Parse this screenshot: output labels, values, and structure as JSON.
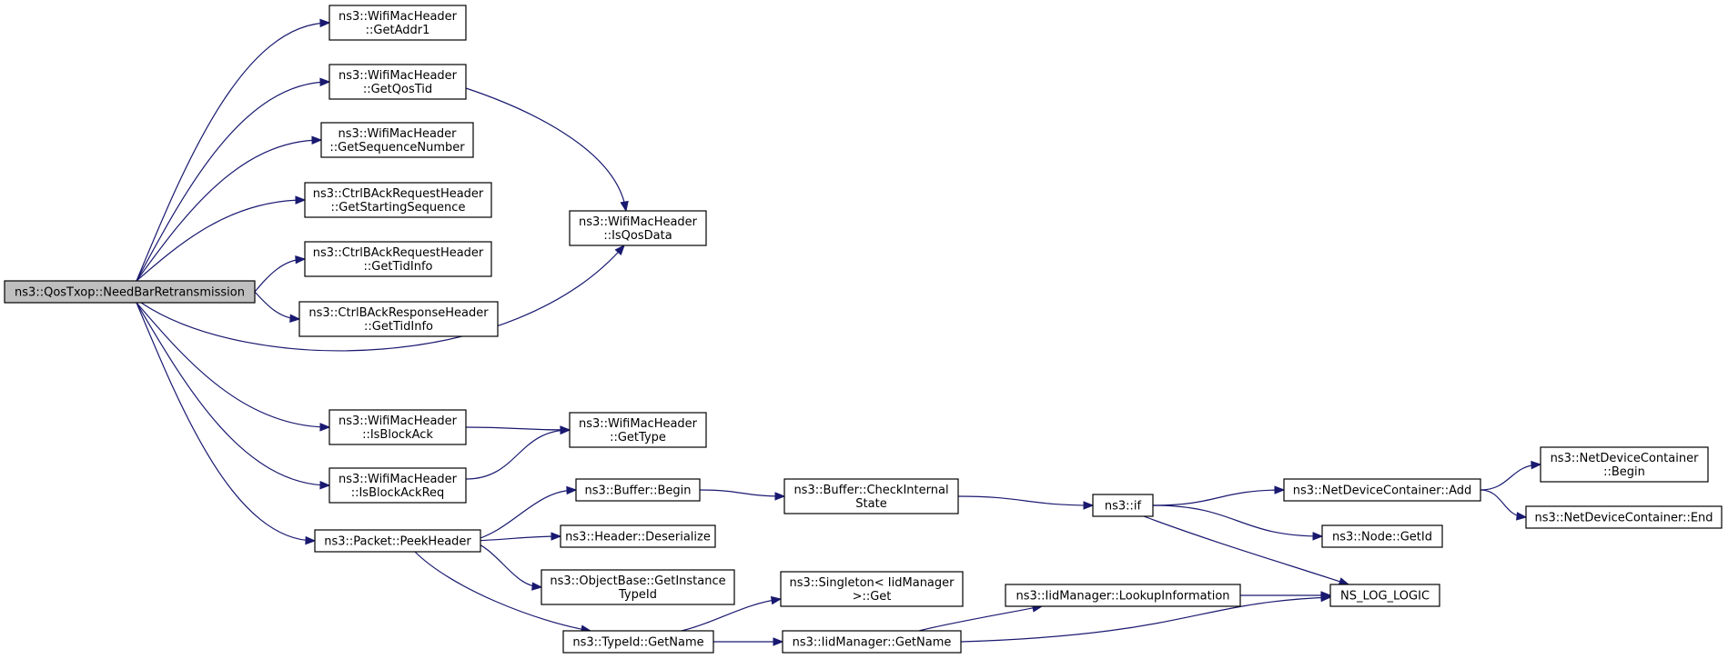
{
  "diagram": {
    "nodes": [
      {
        "id": "root",
        "lines": [
          "ns3::QosTxop::NeedBarRetransmission"
        ],
        "root": true
      },
      {
        "id": "getaddr1",
        "lines": [
          "ns3::WifiMacHeader",
          "::GetAddr1"
        ]
      },
      {
        "id": "getqostid",
        "lines": [
          "ns3::WifiMacHeader",
          "::GetQosTid"
        ]
      },
      {
        "id": "getseqnum",
        "lines": [
          "ns3::WifiMacHeader",
          "::GetSequenceNumber"
        ]
      },
      {
        "id": "getstartseq",
        "lines": [
          "ns3::CtrlBAckRequestHeader",
          "::GetStartingSequence"
        ]
      },
      {
        "id": "reqtidinfo",
        "lines": [
          "ns3::CtrlBAckRequestHeader",
          "::GetTidInfo"
        ]
      },
      {
        "id": "resptidinfo",
        "lines": [
          "ns3::CtrlBAckResponseHeader",
          "::GetTidInfo"
        ]
      },
      {
        "id": "isqosdata",
        "lines": [
          "ns3::WifiMacHeader",
          "::IsQosData"
        ]
      },
      {
        "id": "isblockack",
        "lines": [
          "ns3::WifiMacHeader",
          "::IsBlockAck"
        ]
      },
      {
        "id": "isblockackreq",
        "lines": [
          "ns3::WifiMacHeader",
          "::IsBlockAckReq"
        ]
      },
      {
        "id": "gettype",
        "lines": [
          "ns3::WifiMacHeader",
          "::GetType"
        ]
      },
      {
        "id": "peekheader",
        "lines": [
          "ns3::Packet::PeekHeader"
        ]
      },
      {
        "id": "bufbegin",
        "lines": [
          "ns3::Buffer::Begin"
        ]
      },
      {
        "id": "deserialize",
        "lines": [
          "ns3::Header::Deserialize"
        ]
      },
      {
        "id": "getinsttypeid",
        "lines": [
          "ns3::ObjectBase::GetInstance",
          "TypeId"
        ]
      },
      {
        "id": "typeidgetname",
        "lines": [
          "ns3::TypeId::GetName"
        ]
      },
      {
        "id": "checkinternal",
        "lines": [
          "ns3::Buffer::CheckInternal",
          "State"
        ]
      },
      {
        "id": "singletonget",
        "lines": [
          "ns3::Singleton< IidManager",
          " >::Get"
        ]
      },
      {
        "id": "iidgetname",
        "lines": [
          "ns3::IidManager::GetName"
        ]
      },
      {
        "id": "lookupinfo",
        "lines": [
          "ns3::IidManager::LookupInformation"
        ]
      },
      {
        "id": "nsif",
        "lines": [
          "ns3::if"
        ]
      },
      {
        "id": "ndcadd",
        "lines": [
          "ns3::NetDeviceContainer::Add"
        ]
      },
      {
        "id": "nodegetid",
        "lines": [
          "ns3::Node::GetId"
        ]
      },
      {
        "id": "nslog",
        "lines": [
          "NS_LOG_LOGIC"
        ]
      },
      {
        "id": "ndcbegin",
        "lines": [
          "ns3::NetDeviceContainer",
          "::Begin"
        ]
      },
      {
        "id": "ndcend",
        "lines": [
          "ns3::NetDeviceContainer::End"
        ]
      }
    ],
    "edges": [
      {
        "from": "root",
        "to": "getaddr1"
      },
      {
        "from": "root",
        "to": "getqostid"
      },
      {
        "from": "root",
        "to": "getseqnum"
      },
      {
        "from": "root",
        "to": "getstartseq"
      },
      {
        "from": "root",
        "to": "reqtidinfo"
      },
      {
        "from": "root",
        "to": "resptidinfo"
      },
      {
        "from": "root",
        "to": "isqosdata"
      },
      {
        "from": "root",
        "to": "isblockack"
      },
      {
        "from": "root",
        "to": "isblockackreq"
      },
      {
        "from": "root",
        "to": "peekheader"
      },
      {
        "from": "getqostid",
        "to": "isqosdata"
      },
      {
        "from": "isblockack",
        "to": "gettype"
      },
      {
        "from": "isblockackreq",
        "to": "gettype"
      },
      {
        "from": "peekheader",
        "to": "bufbegin"
      },
      {
        "from": "peekheader",
        "to": "deserialize"
      },
      {
        "from": "peekheader",
        "to": "getinsttypeid"
      },
      {
        "from": "peekheader",
        "to": "typeidgetname"
      },
      {
        "from": "bufbegin",
        "to": "checkinternal"
      },
      {
        "from": "checkinternal",
        "to": "nsif"
      },
      {
        "from": "typeidgetname",
        "to": "singletonget"
      },
      {
        "from": "typeidgetname",
        "to": "iidgetname"
      },
      {
        "from": "iidgetname",
        "to": "lookupinfo"
      },
      {
        "from": "iidgetname",
        "to": "nslog"
      },
      {
        "from": "lookupinfo",
        "to": "nslog"
      },
      {
        "from": "nsif",
        "to": "ndcadd"
      },
      {
        "from": "nsif",
        "to": "nodegetid"
      },
      {
        "from": "nsif",
        "to": "nslog"
      },
      {
        "from": "ndcadd",
        "to": "ndcbegin"
      },
      {
        "from": "ndcadd",
        "to": "ndcend"
      }
    ]
  }
}
